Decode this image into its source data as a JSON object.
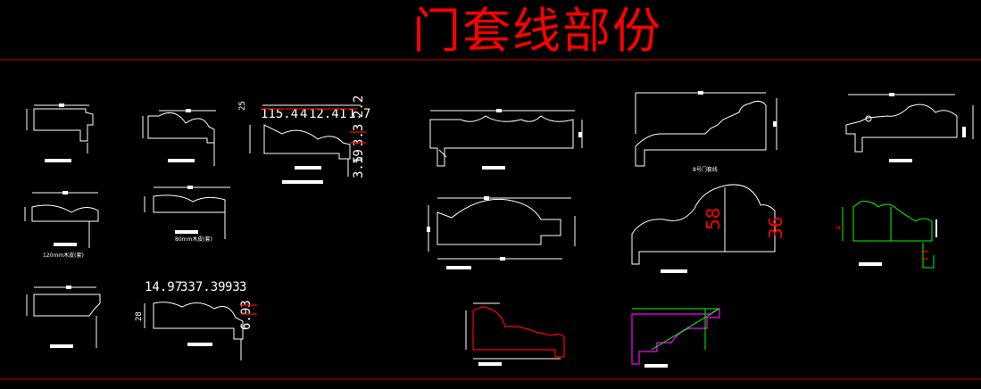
{
  "title": "门套线部份",
  "colors": {
    "background": "#000000",
    "line": "#ffffff",
    "accent": "#ff0000",
    "green": "#00ff00",
    "magenta": "#ff00ff"
  },
  "dims": {
    "top_mid_a": "115.4",
    "top_mid_b": "4",
    "top_mid_c": "12.4",
    "top_mid_d": "1",
    "top_mid_e": "1.7",
    "top_mid_f": "2.2",
    "top_mid_right_a": "3.3",
    "top_mid_right_b": "3.5",
    "top_mid_right_c": "19",
    "top_mid_right_d": "3",
    "top_mid_left": "25",
    "bot_left_a": "14.97",
    "bot_left_b": "337.39",
    "bot_left_c": "93",
    "bot_left_d": "3",
    "bot_left_e": "7",
    "bot_left_f": "6.93",
    "bot_left_g": "28",
    "mid_58": "58",
    "mid_36": "36"
  },
  "captions": {
    "mid_left_a": "120mm木皮(套)",
    "mid_left_b": "80mm木皮(套)",
    "top_right_mid": "8号门套线"
  }
}
